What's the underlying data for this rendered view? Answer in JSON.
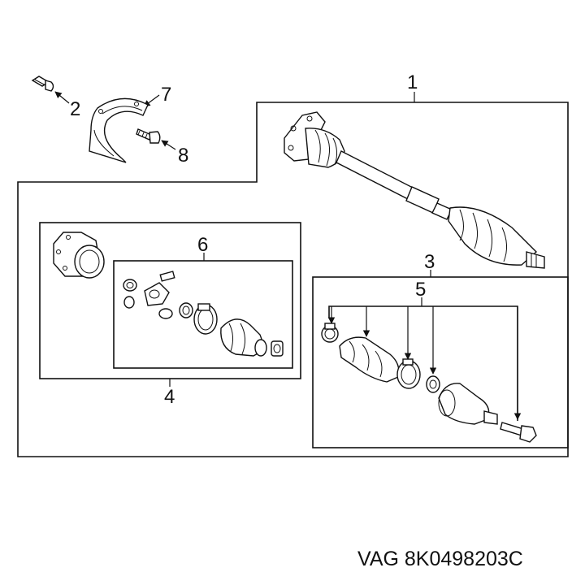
{
  "callouts": {
    "c1": "1",
    "c2": "2",
    "c3": "3",
    "c4": "4",
    "c5": "5",
    "c6": "6",
    "c7": "7",
    "c8": "8"
  },
  "caption": "VAG 8K0498203C"
}
